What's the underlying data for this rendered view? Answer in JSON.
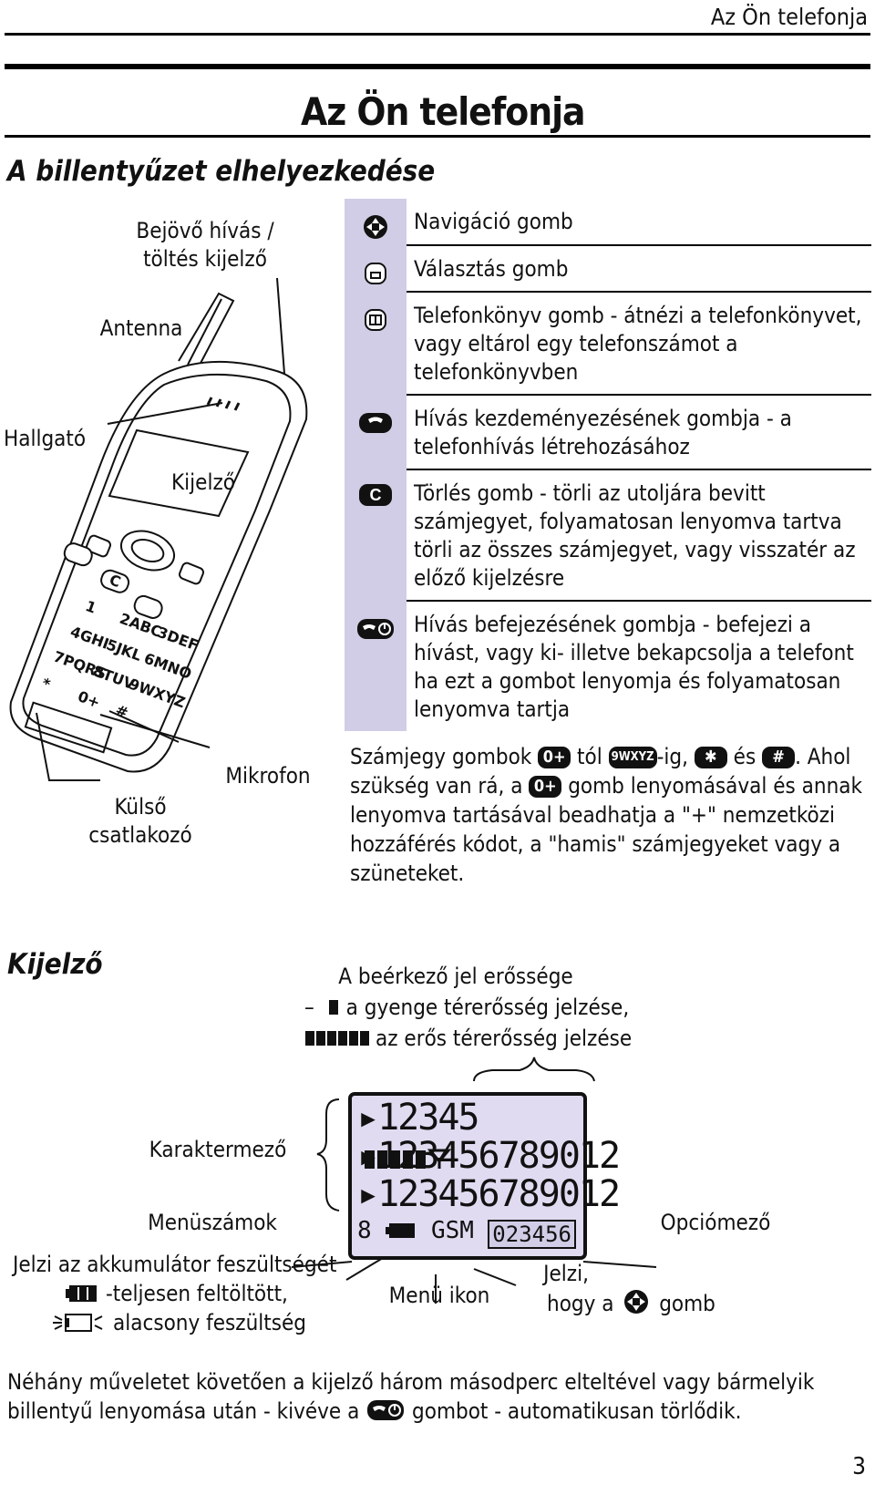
{
  "header": {
    "running_title": "Az Ön telefonja"
  },
  "page_title": "Az Ön telefonja",
  "section1": {
    "heading": "A billentyűzet elhelyezkedése",
    "labels": {
      "incoming_l1": "Bejövő hívás /",
      "incoming_l2": "töltés kijelző",
      "antenna": "Antenna",
      "earpiece": "Hallgató",
      "display": "Kijelző",
      "microphone": "Mikrofon",
      "ext_l1": "Külső",
      "ext_l2": "csatlakozó"
    },
    "phone_keys": [
      "1",
      "2ABC",
      "3DEF",
      "4GHI",
      "5JKL",
      "6MNO",
      "7PQRS",
      "8TUV",
      "9WXYZ",
      "*",
      "0+",
      "#"
    ],
    "keys": [
      {
        "icon": "navigation-icon",
        "text": "Navigáció gomb"
      },
      {
        "icon": "select-icon",
        "text": "Választás gomb"
      },
      {
        "icon": "phonebook-icon",
        "text": "Telefonkönyv gomb - átnézi a telefonkönyvet, vagy eltárol egy telefonszámot a telefonkönyvben"
      },
      {
        "icon": "call-icon",
        "text": "Hívás kezdeményezésének gombja - a telefonhívás létrehozásához"
      },
      {
        "icon": "clear-icon",
        "glyph": "C",
        "text": "Törlés gomb - törli az utoljára bevitt számjegyet, folyamatosan lenyomva tartva törli az összes számjegyet, vagy visszatér az előző kijelzésre"
      },
      {
        "icon": "end-call-icon",
        "text": "Hívás befejezésének gombja - befejezi a hívást, vagy ki- illetve bekapcsolja a telefont ha ezt a gombot lenyomja és folyamatosan lenyomva tartja"
      }
    ],
    "digits_para": {
      "p1": "Számjegy gombok",
      "k0": "0+",
      "p2": "tól",
      "k9": "9WXYZ",
      "p3": "-ig,",
      "kstar": "✱",
      "p4": "és",
      "khash": "#",
      "p5": ". Ahol szükség van rá, a",
      "p6": "gomb lenyomásával és annak lenyomva tartásával beadhatja a \"+\" nemzetközi hozzáférés kódot, a \"hamis\" számjegyeket vagy a szüneteket."
    }
  },
  "section2": {
    "heading": "Kijelző",
    "signal": {
      "title": "A beérkező jel erőssége",
      "weak": "a gyenge térerősség jelzése,",
      "strong": "az erős térerősség jelzése"
    },
    "labels": {
      "char_field": "Karaktermező",
      "menu_numbers": "Menüszámok",
      "option_field": "Opciómező",
      "battery": "Jelzi az akkumulátor feszültségét",
      "battery_full": "-teljesen feltöltött,",
      "battery_low": "alacsony feszültség",
      "menu_icon": "Menü ikon",
      "nav_l1": "Jelzi,",
      "nav_l2a": "hogy a",
      "nav_l2b": "gomb"
    },
    "lcd": {
      "row1": "12345",
      "row2": "123456789012",
      "row3": "123456789012",
      "menu_number": "8",
      "network": "GSM",
      "option": "023456"
    },
    "footnote_a": "Néhány műveletet követően a kijelző három másodperc elteltével vagy bármelyik billentyű lenyomása után - kivéve a",
    "footnote_b": "gombot - automatikusan törlődik."
  },
  "page_number": "3"
}
